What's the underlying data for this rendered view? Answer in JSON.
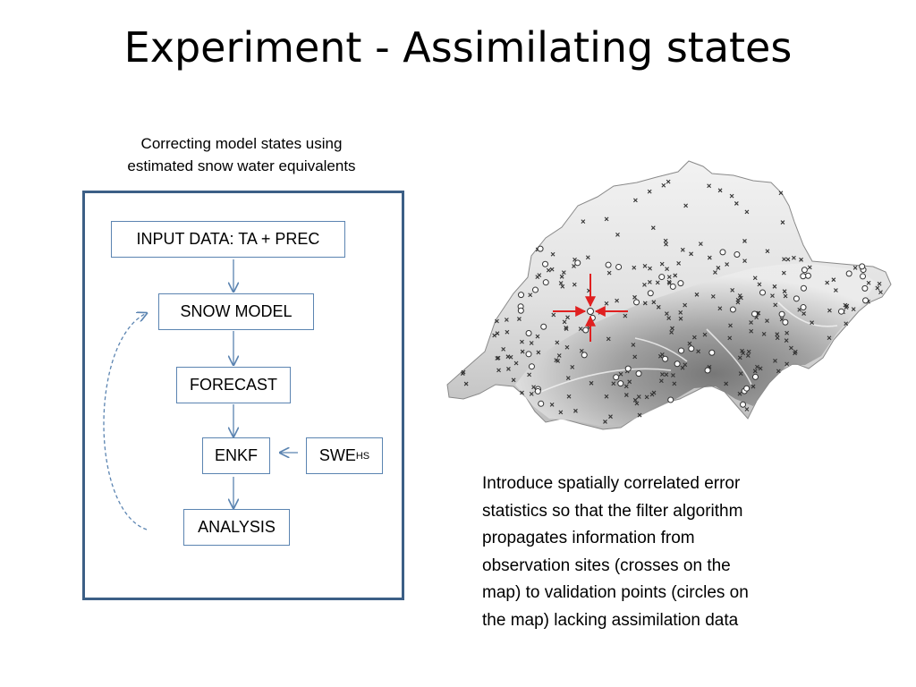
{
  "slide": {
    "title": "Experiment - Assimilating states"
  },
  "diagram": {
    "caption_lines": [
      "Correcting model states using",
      "estimated snow water equivalents"
    ],
    "nodes": {
      "input": "INPUT DATA: TA + PREC",
      "snow_model": "SNOW MODEL",
      "forecast": "FORECAST",
      "enkf": "ENKF",
      "swe_main": "SWE",
      "swe_sub": "HS",
      "analysis": "ANALYSIS"
    },
    "colors": {
      "frame": "#3c5f86",
      "node_border": "#5b84b1",
      "arrow": "#5b84b1",
      "map_arrow": "#e02020"
    }
  },
  "map": {
    "description_lines": [
      "Introduce spatially correlated error",
      "statistics so that the filter algorithm",
      "propagates information from",
      "observation sites (crosses on the",
      "map) to validation points (circles on",
      "the map) lacking assimilation data"
    ],
    "legend": {
      "observation_marker": "cross",
      "validation_marker": "circle"
    }
  }
}
